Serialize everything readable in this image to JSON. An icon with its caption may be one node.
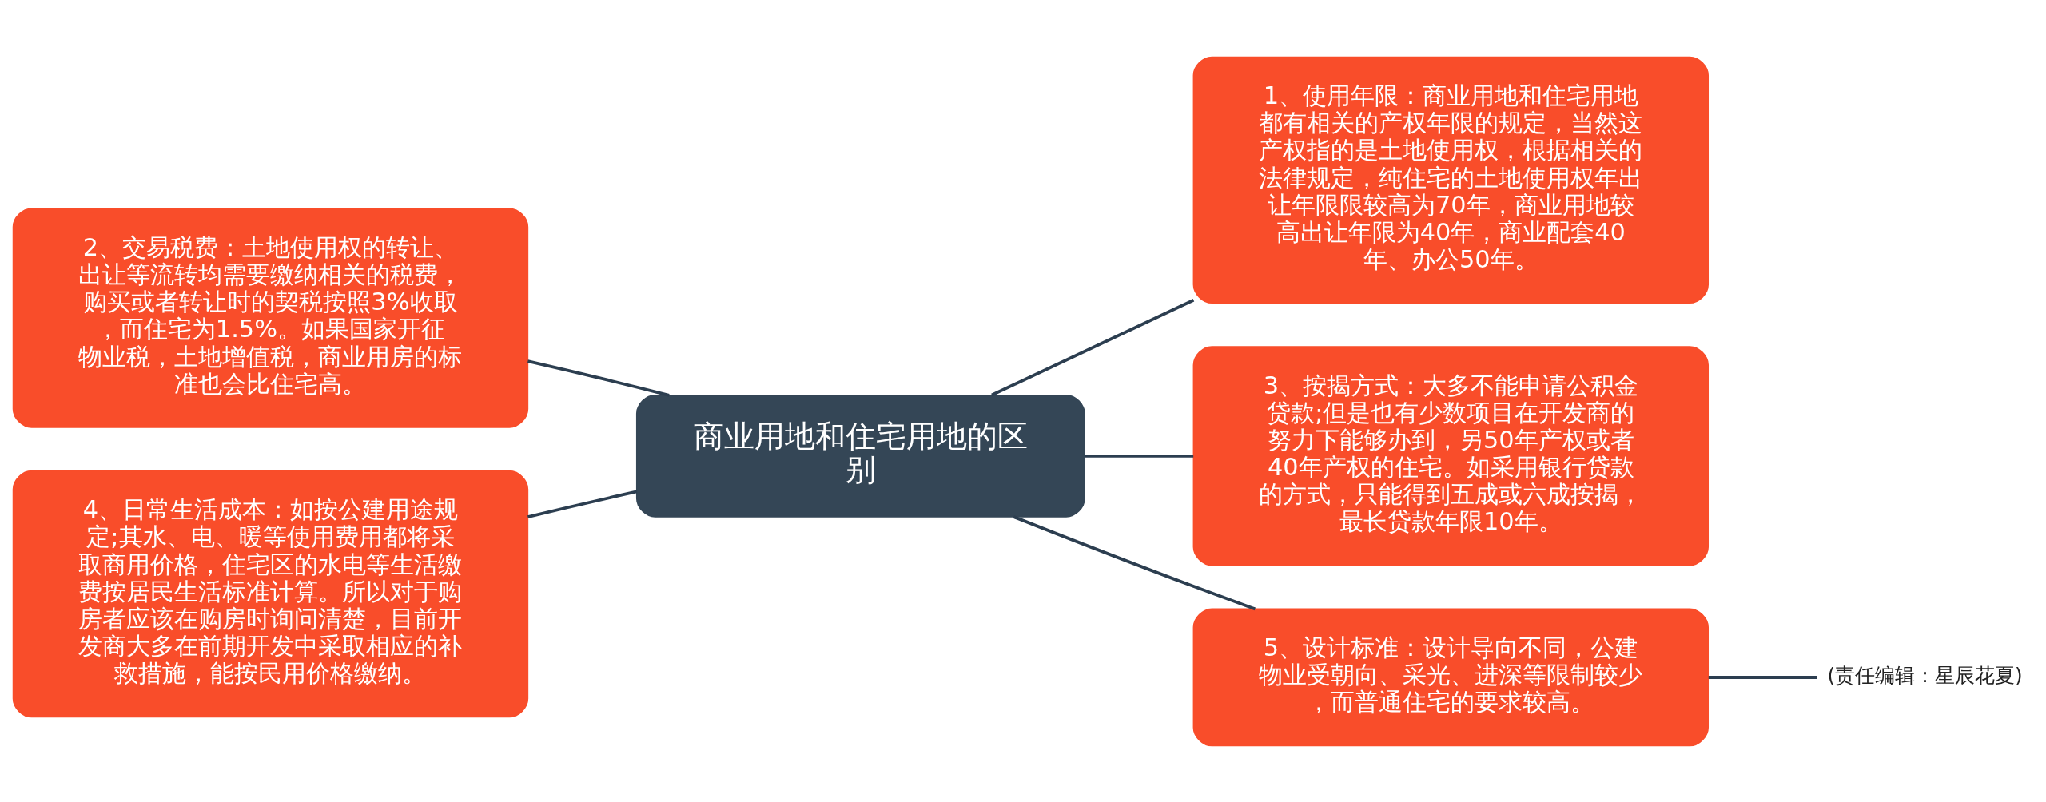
{
  "diagram": {
    "nodes": [
      {
        "text": [
          "商业用地和住宅用地的区别"
        ]
      },
      {
        "text": [
          "1、使用年限：商业用地和住宅用地都有相关的产权年限的规定，当然这产权指的是土地使用权，根据相关的法律规定，纯住宅的土地使用权年出让年限限较高为70年，商业用地较高出让年限为40年，商业配套40年、办公50年。"
        ]
      },
      {
        "text": [
          "2、交易税费：土地使用权的转让、出让等流转均需要缴纳相关的税费，购买或者转让时的契税按照3%收取，而住宅为1.5%。如果国家开征物业税，土地增值税，商业用房的标准也会比住宅高。"
        ]
      },
      {
        "text": [
          "3、按揭方式：大多不能申请公积金贷款;但是也有少数项目在开发商的努力下能够办到，另50年产权或者40年产权的住宅。如采用银行贷款的方式，只能得到五成或六成按揭，最长贷款年限10年。"
        ]
      },
      {
        "text": [
          "4、日常生活成本：如按公建用途规定;其水、电、暖等使用费用都将采取商用价格，住宅区的水电等生活缴费按居民生活标准计算。所以对于购房者应该在购房时询问清楚，目前开发商大多在前期开发中采取相应的补救措施，能按民用价格缴纳。"
        ]
      },
      {
        "text": [
          "5、设计标准：设计导向不同，公建物业受朝向、采光、进深等限制较少，而普通住宅的要求较高。"
        ]
      },
      {
        "text": [
          "(责任编辑：星辰花夏)"
        ]
      }
    ],
    "edges": [
      {
        "from": 0,
        "to": 1,
        "arrow": "none"
      },
      {
        "from": 0,
        "to": 2,
        "arrow": "none"
      },
      {
        "from": 0,
        "to": 3,
        "arrow": "none"
      },
      {
        "from": 0,
        "to": 4,
        "arrow": "none"
      },
      {
        "from": 0,
        "to": 5,
        "arrow": "none"
      },
      {
        "from": 5,
        "to": 6,
        "arrow": "none"
      }
    ]
  }
}
